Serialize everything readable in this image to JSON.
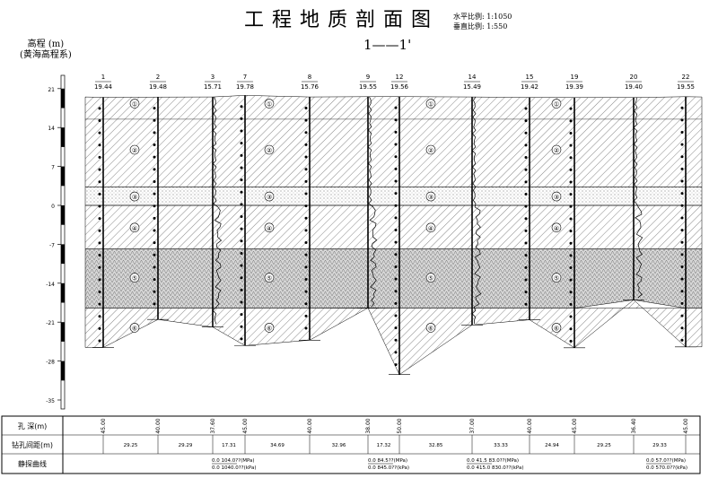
{
  "title": "工 程 地 质 剖 面 图",
  "scale": {
    "horizontal": "水平比例: 1:1050",
    "vertical": "垂直比例: 1:550"
  },
  "section_label": "1——1'",
  "y_axis": {
    "label_line1": "高程 (m)",
    "label_line2": "(黄海高程系)",
    "ticks": [
      21,
      14,
      7,
      0,
      -7,
      -14,
      -21,
      -28,
      -35
    ]
  },
  "layer_boundaries_m": {
    "layer1_bottom": 15.5,
    "layer3_top": 3.3,
    "layer3_bottom": 0.0,
    "layer4_bottom": -7.8,
    "layer5_bottom": -18.5
  },
  "layer_labels": [
    "①",
    "②",
    "③",
    "④",
    "⑤",
    "⑥"
  ],
  "boreholes": [
    {
      "id": "1",
      "elev": "19.44",
      "depth": "45.00",
      "spacing": "29.25"
    },
    {
      "id": "2",
      "elev": "19.48",
      "depth": "40.00",
      "spacing": "29.29"
    },
    {
      "id": "3",
      "elev": "15.71",
      "depth": "37.60",
      "spacing": "17.31"
    },
    {
      "id": "7",
      "elev": "19.78",
      "depth": "45.00",
      "spacing": "34.69"
    },
    {
      "id": "8",
      "elev": "15.76",
      "depth": "40.00",
      "spacing": "32.96"
    },
    {
      "id": "9",
      "elev": "19.55",
      "depth": "38.00",
      "spacing": "17.32"
    },
    {
      "id": "12",
      "elev": "19.56",
      "depth": "50.00",
      "spacing": "32.85"
    },
    {
      "id": "14",
      "elev": "15.49",
      "depth": "37.00",
      "spacing": "33.33"
    },
    {
      "id": "15",
      "elev": "19.42",
      "depth": "40.00",
      "spacing": "24.94"
    },
    {
      "id": "19",
      "elev": "19.39",
      "depth": "45.00",
      "spacing": "29.25"
    },
    {
      "id": "20",
      "elev": "19.40",
      "depth": "36.40",
      "spacing": "29.33"
    },
    {
      "id": "22",
      "elev": "19.55",
      "depth": "45.00",
      "spacing": ""
    }
  ],
  "table": {
    "row_labels": [
      "孔 深(m)",
      "钻孔间距(m)",
      "静探曲线"
    ],
    "cpt": [
      {
        "line1": "0.0   104.0??(MPa)",
        "line2": "0.0   1040.0??(kPa)"
      },
      {
        "line1": "0.0   84.5??(MPa)",
        "line2": "0.0   845.0??(kPa)"
      },
      {
        "line1": "0.0   41.5   83.0??(MPa)",
        "line2": "0.0   415.0   830.0??(kPa)"
      },
      {
        "line1": "0.0   57.0??(MPa)",
        "line2": "0.0   570.0??(kPa)"
      }
    ]
  },
  "colors": {
    "line": "#000000",
    "sand": "#bbbbbb"
  }
}
